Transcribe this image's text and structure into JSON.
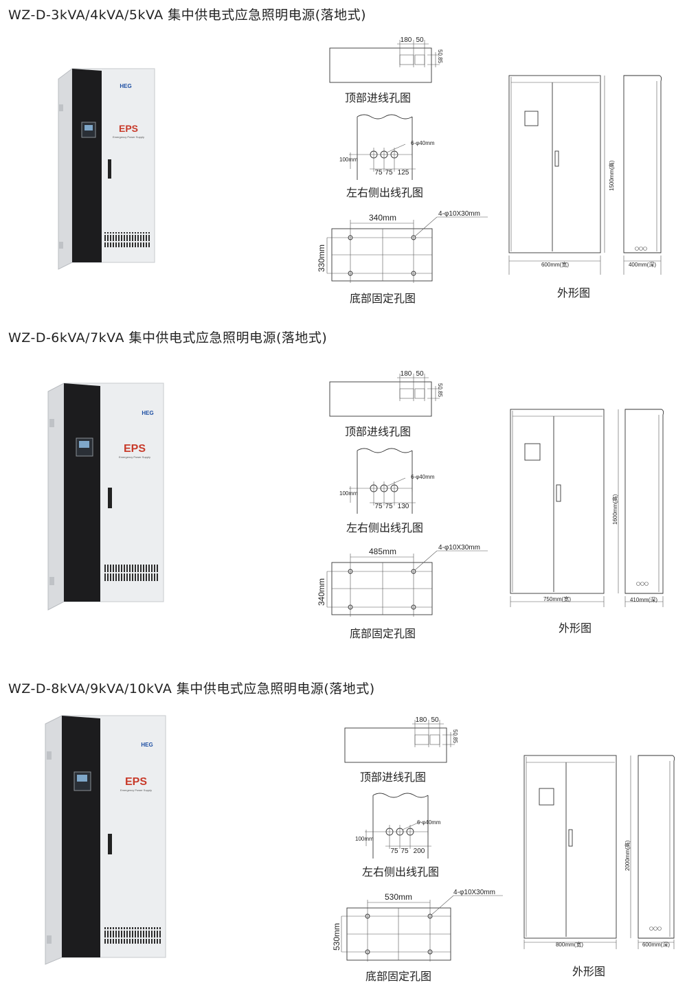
{
  "sections": [
    {
      "title": "WZ-D-3kVA/4kVA/5kVA 集中供电式应急照明电源(落地式)",
      "product": {
        "brand": "HEG",
        "label": "EPS",
        "sub": "Emergency Power Supply"
      },
      "top_hole": {
        "caption": "顶部进线孔图",
        "w1": "180",
        "w2": "50",
        "h": "50.85"
      },
      "side_hole": {
        "caption": "左右侧出线孔图",
        "hole": "6-φ40mm",
        "height": "100mm",
        "d1": "75",
        "d2": "75",
        "d3": "125"
      },
      "bottom_fix": {
        "caption": "底部固定孔图",
        "width": "340mm",
        "depth": "330mm",
        "holes": "4-φ10X30mm"
      },
      "outline": {
        "caption": "外形图",
        "height": "1500mm(高)",
        "width": "600mm(宽)",
        "depth": "400mm(深)"
      }
    },
    {
      "title": "WZ-D-6kVA/7kVA 集中供电式应急照明电源(落地式)",
      "product": {
        "brand": "HEG",
        "label": "EPS",
        "sub": "Emergency Power Supply"
      },
      "top_hole": {
        "caption": "顶部进线孔图",
        "w1": "180",
        "w2": "50",
        "h": "50.85"
      },
      "side_hole": {
        "caption": "左右侧出线孔图",
        "hole": "6-φ40mm",
        "height": "100mm",
        "d1": "75",
        "d2": "75",
        "d3": "130"
      },
      "bottom_fix": {
        "caption": "底部固定孔图",
        "width": "485mm",
        "depth": "340mm",
        "holes": "4-φ10X30mm"
      },
      "outline": {
        "caption": "外形图",
        "height": "1600mm(高)",
        "width": "750mm(宽)",
        "depth": "410mm(深)"
      }
    },
    {
      "title": "WZ-D-8kVA/9kVA/10kVA 集中供电式应急照明电源(落地式)",
      "product": {
        "brand": "HEG",
        "label": "EPS",
        "sub": "Emergency Power Supply"
      },
      "top_hole": {
        "caption": "顶部进线孔图",
        "w1": "180",
        "w2": "50",
        "h": "50.85"
      },
      "side_hole": {
        "caption": "左右侧出线孔图",
        "hole": "6-φ40mm",
        "height": "100mm",
        "d1": "75",
        "d2": "75",
        "d3": "200"
      },
      "bottom_fix": {
        "caption": "底部固定孔图",
        "width": "530mm",
        "depth": "530mm",
        "holes": "4-φ10X30mm"
      },
      "outline": {
        "caption": "外形图",
        "height": "2000mm(高)",
        "width": "800mm(宽)",
        "depth": "600mm(深)"
      }
    }
  ],
  "colors": {
    "panel_dark": "#1c1c1e",
    "body": "#e9ebee",
    "eps_red": "#c83a2a",
    "brand_blue": "#1e4fa3"
  }
}
